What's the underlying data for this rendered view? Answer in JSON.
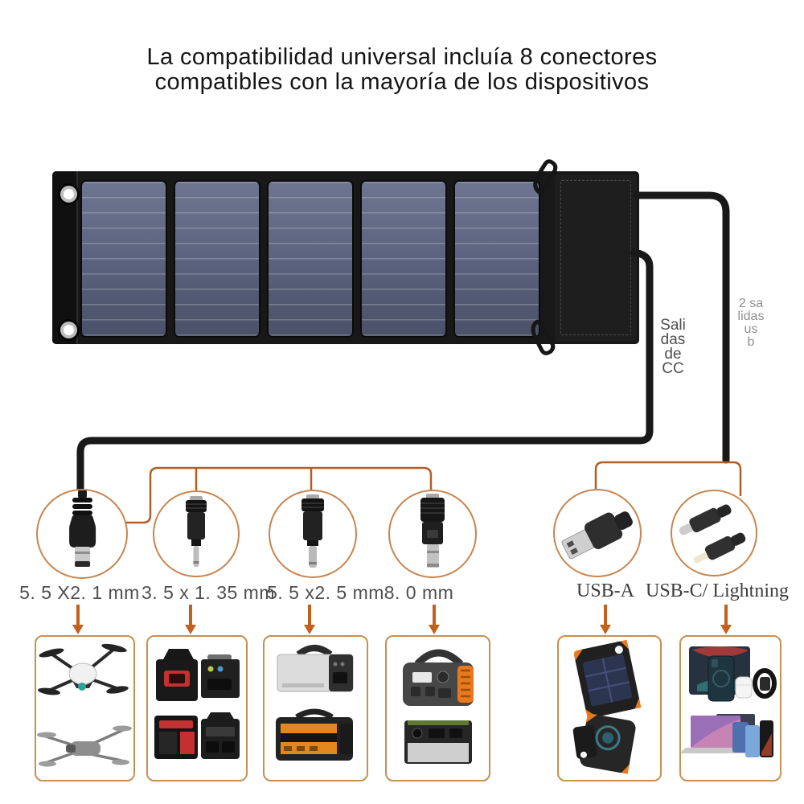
{
  "title": {
    "line1": "La compatibilidad universal incluía 8 conectores",
    "line2": "compatibles con la mayoría de los dispositivos"
  },
  "panel": {
    "kind": "foldable-solar-panel",
    "cell_count": 5,
    "dc_output_label": "Salidas de CC",
    "dc_output_label_lines": [
      "Sali",
      "das",
      "de",
      "CC"
    ],
    "usb_output_label": "2 salidas usb",
    "usb_output_label_lines": [
      "2 sa",
      "lidas",
      "us",
      "b"
    ]
  },
  "dc_connectors": [
    {
      "icon": "dc-plug-icon",
      "label": "5. 5 X2. 1 mm"
    },
    {
      "icon": "dc-adapter-icon",
      "label": "3. 5 x 1. 35 mm"
    },
    {
      "icon": "dc-adapter-icon",
      "label": "5. 5 x2. 5 mm"
    },
    {
      "icon": "dc-adapter-icon",
      "label": "8. 0 mm"
    }
  ],
  "usb_connectors": [
    {
      "icon": "usb-a-plug-icon",
      "label": "USB-A"
    },
    {
      "icon": "usb-c-lightning-plugs-icon",
      "label": "USB-C/ Lightning"
    }
  ],
  "device_boxes": [
    {
      "icon": "drones-icon"
    },
    {
      "icon": "mini-power-stations-icon"
    },
    {
      "icon": "portable-power-stations-icon"
    },
    {
      "icon": "outdoor-power-stations-icon"
    },
    {
      "icon": "solar-power-banks-icon"
    },
    {
      "icon": "phones-tablets-laptops-icon"
    }
  ],
  "colors": {
    "accent_arrow": "#c2611c",
    "bracket_orange": "#b25f27",
    "circle_outline": "#c8854e",
    "box_border": "#c89050",
    "cable_black": "#191919",
    "solar_cell_blue": "#59617c"
  }
}
